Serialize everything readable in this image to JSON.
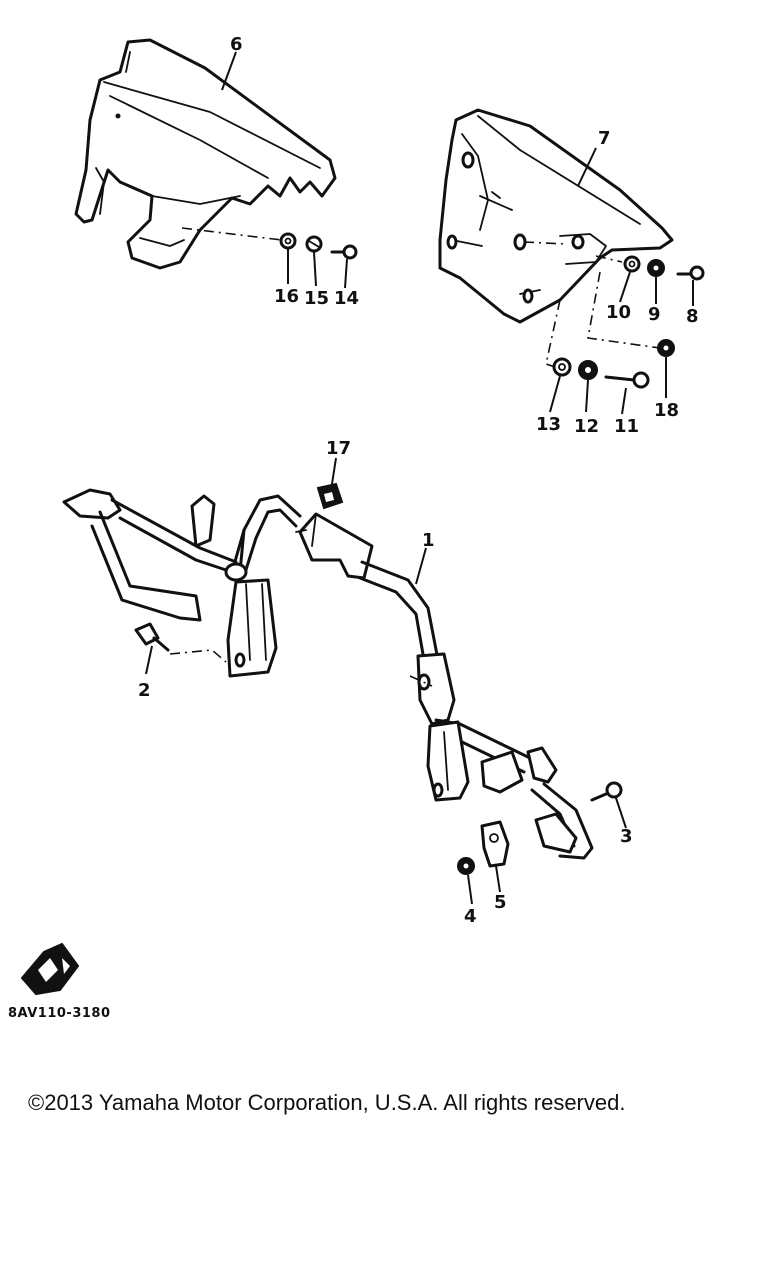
{
  "diagram": {
    "code": "8AV110-3180",
    "part_numbers": {
      "p1": "1",
      "p2": "2",
      "p3": "3",
      "p4": "4",
      "p5": "5",
      "p6": "6",
      "p7": "7",
      "p8": "8",
      "p9": "9",
      "p10": "10",
      "p11": "11",
      "p12": "12",
      "p13": "13",
      "p14": "14",
      "p15": "15",
      "p16": "16",
      "p17": "17",
      "p18": "18"
    }
  },
  "footer": {
    "copyright": "©2013 Yamaha Motor Corporation, U.S.A. All rights reserved."
  }
}
